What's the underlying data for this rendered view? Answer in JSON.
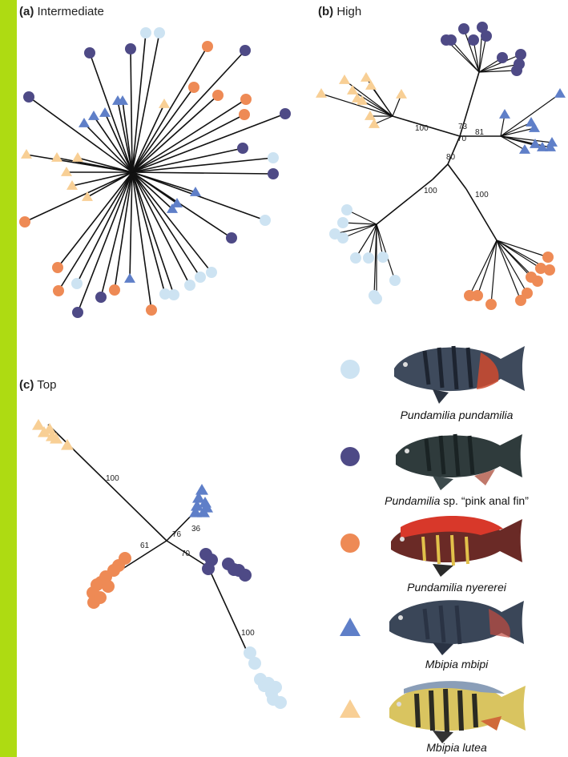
{
  "panels": {
    "a": {
      "letter": "(a)",
      "name": "Intermediate"
    },
    "b": {
      "letter": "(b)",
      "name": "High",
      "bootstrap": [
        "100",
        "73",
        "70",
        "81",
        "80",
        "100",
        "100"
      ]
    },
    "c": {
      "letter": "(c)",
      "name": "Top",
      "bootstrap": [
        "100",
        "76",
        "36",
        "61",
        "70",
        "100"
      ]
    }
  },
  "legend": {
    "items": [
      {
        "name": "Pundamilia pundamilia",
        "suffix": "",
        "marker": "circle",
        "color": "#cde3f2"
      },
      {
        "name": "Pundamilia",
        "suffix": " sp. “pink anal fin”",
        "marker": "circle",
        "color": "#4e4a86"
      },
      {
        "name": "Pundamilia nyererei",
        "suffix": "",
        "marker": "circle",
        "color": "#ee8a55"
      },
      {
        "name": "Mbipia mbipi",
        "suffix": "",
        "marker": "triangle",
        "color": "#5f7fc8"
      },
      {
        "name": "Mbipia lutea",
        "suffix": "",
        "marker": "triangle",
        "color": "#f8cf95"
      }
    ]
  },
  "colors": {
    "frame": "#b9e021",
    "branch": "#111111"
  }
}
